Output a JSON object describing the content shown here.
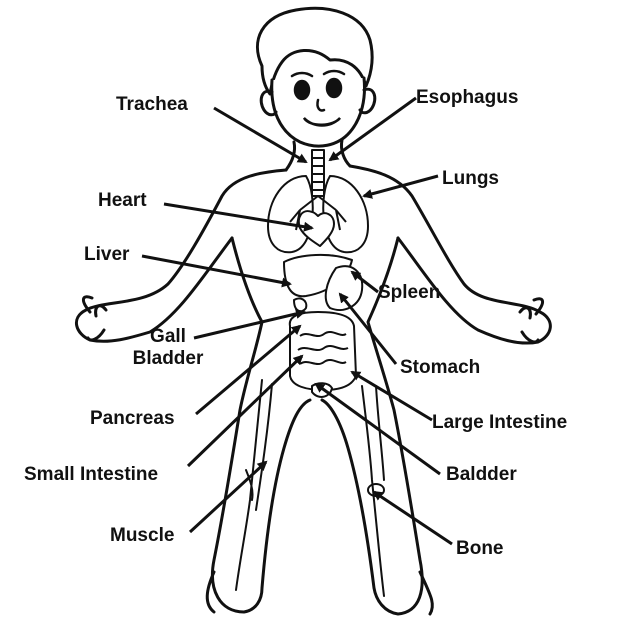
{
  "labels": {
    "trachea": "Trachea",
    "esophagus": "Esophagus",
    "lungs": "Lungs",
    "heart": "Heart",
    "liver": "Liver",
    "spleen": "Spleen",
    "gall": "Gall",
    "bladder": "Bladder",
    "stomach": "Stomach",
    "pancreas": "Pancreas",
    "large_intestine": "Large Intestine",
    "small_intestine": "Small Intestine",
    "baldder": "Baldder",
    "muscle": "Muscle",
    "bone": "Bone"
  },
  "colors": {
    "line": "#111111",
    "background": "#ffffff"
  }
}
